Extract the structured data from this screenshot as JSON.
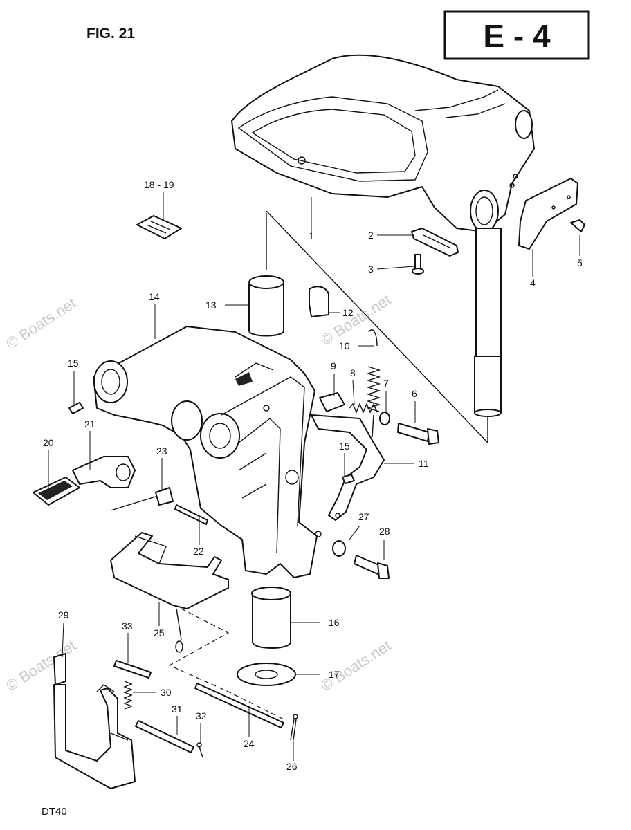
{
  "header": {
    "figure": "FIG. 21",
    "section_code": "E - 4"
  },
  "footer": {
    "model": "DT40"
  },
  "watermark": {
    "text": "© Boats.net"
  },
  "callouts": [
    {
      "id": "1",
      "label": "1"
    },
    {
      "id": "2",
      "label": "2"
    },
    {
      "id": "3",
      "label": "3"
    },
    {
      "id": "4",
      "label": "4"
    },
    {
      "id": "5",
      "label": "5"
    },
    {
      "id": "6",
      "label": "6"
    },
    {
      "id": "7",
      "label": "7"
    },
    {
      "id": "8",
      "label": "8"
    },
    {
      "id": "9",
      "label": "9"
    },
    {
      "id": "10",
      "label": "10"
    },
    {
      "id": "11",
      "label": "11"
    },
    {
      "id": "12",
      "label": "12"
    },
    {
      "id": "13",
      "label": "13"
    },
    {
      "id": "14",
      "label": "14"
    },
    {
      "id": "15a",
      "label": "15"
    },
    {
      "id": "15b",
      "label": "15"
    },
    {
      "id": "16",
      "label": "16"
    },
    {
      "id": "17",
      "label": "17"
    },
    {
      "id": "18-19",
      "label": "18 - 19"
    },
    {
      "id": "20",
      "label": "20"
    },
    {
      "id": "21",
      "label": "21"
    },
    {
      "id": "22",
      "label": "22"
    },
    {
      "id": "23",
      "label": "23"
    },
    {
      "id": "24",
      "label": "24"
    },
    {
      "id": "25",
      "label": "25"
    },
    {
      "id": "26",
      "label": "26"
    },
    {
      "id": "27",
      "label": "27"
    },
    {
      "id": "28",
      "label": "28"
    },
    {
      "id": "29",
      "label": "29"
    },
    {
      "id": "30",
      "label": "30"
    },
    {
      "id": "31",
      "label": "31"
    },
    {
      "id": "32",
      "label": "32"
    },
    {
      "id": "33",
      "label": "33"
    }
  ]
}
